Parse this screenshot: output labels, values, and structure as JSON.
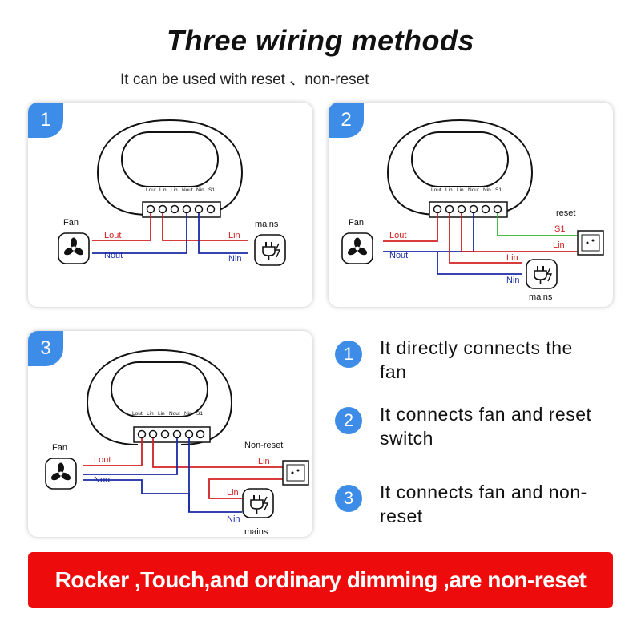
{
  "title": "Three wiring methods",
  "subtitle": "It can be used with reset 、non-reset",
  "terminal_labels": [
    "Lout",
    "Lin",
    "Lin",
    "Nout",
    "Nin",
    "S1"
  ],
  "colors": {
    "badge": "#3d8de8",
    "live_wire": "#d32020",
    "neutral_wire": "#1a2aa6",
    "switch_wire": "#2eb82e",
    "banner": "#ee0b0b"
  },
  "panels": [
    {
      "number": "1",
      "fan_label": "Fan",
      "mains_label": "mains",
      "wire_labels": [
        "Lout",
        "Nout",
        "Lin",
        "Nin"
      ]
    },
    {
      "number": "2",
      "fan_label": "Fan",
      "mains_label": "mains",
      "switch_label": "reset",
      "wire_labels": [
        "Lout",
        "Nout",
        "S1",
        "Lin",
        "Lin",
        "Nin"
      ]
    },
    {
      "number": "3",
      "fan_label": "Fan",
      "mains_label": "mains",
      "switch_label": "Non-reset",
      "wire_labels": [
        "Lout",
        "Nout",
        "Lin",
        "Lin",
        "Nin"
      ]
    }
  ],
  "legend": [
    {
      "number": "1",
      "text": "It directly connects the fan"
    },
    {
      "number": "2",
      "text": "It connects fan and reset switch"
    },
    {
      "number": "3",
      "text": "It connects fan and non-reset"
    }
  ],
  "banner": "Rocker ,Touch,and ordinary dimming ,are non-reset"
}
